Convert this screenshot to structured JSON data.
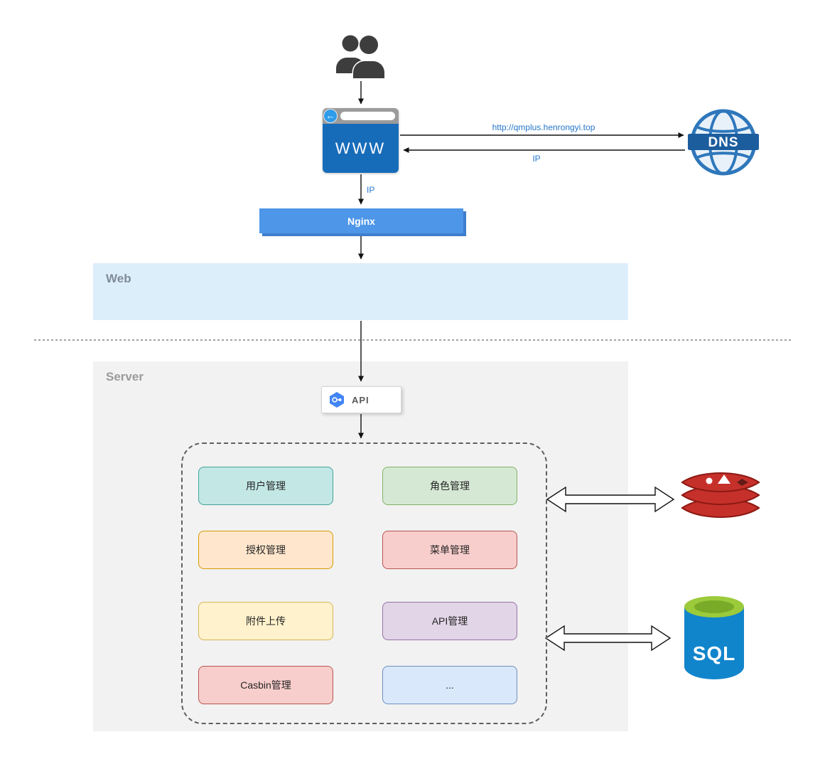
{
  "labels": {
    "browser": "WWW",
    "dns": "DNS",
    "dns_request": "http://qmplus.henrongyi.top",
    "dns_response": "IP",
    "browser_to_nginx": "IP",
    "nginx": "Nginx",
    "web_zone": "Web",
    "server_zone": "Server",
    "api": "API",
    "sql": "SQL"
  },
  "icons": {
    "browser_back_arrow": "←"
  },
  "colors": {
    "connector_label_blue": "#2678cd",
    "browser_body_blue": "#176cba",
    "browser_header_gray": "#9b9b9b",
    "nginx_fill": "#4d96e8",
    "nginx_shadow": "#3d7ecd",
    "web_zone_fill": "#ddeefb",
    "server_zone_fill": "#f2f2f2",
    "dns_blue": "#2e77bb",
    "dns_band_blue": "#1c5d9e",
    "api_hexagon_blue": "#4285f4",
    "redis_red": "#c6302b",
    "sql_body_blue": "#1185cb",
    "sql_top_green": "#9bca3b"
  },
  "modules": [
    {
      "label": "用户管理",
      "fill": "#c2e7e4",
      "border": "#44a49c"
    },
    {
      "label": "角色管理",
      "fill": "#d5e8d4",
      "border": "#82b366"
    },
    {
      "label": "授权管理",
      "fill": "#ffe6cc",
      "border": "#d79b00"
    },
    {
      "label": "菜单管理",
      "fill": "#f8cecc",
      "border": "#b85450"
    },
    {
      "label": "附件上传",
      "fill": "#fff2cc",
      "border": "#d6b656"
    },
    {
      "label": "API管理",
      "fill": "#e1d5e7",
      "border": "#9673a6"
    },
    {
      "label": "Casbin管理",
      "fill": "#f8cecc",
      "border": "#b85450"
    },
    {
      "label": "...",
      "fill": "#dae8fc",
      "border": "#6c8ebf"
    }
  ]
}
